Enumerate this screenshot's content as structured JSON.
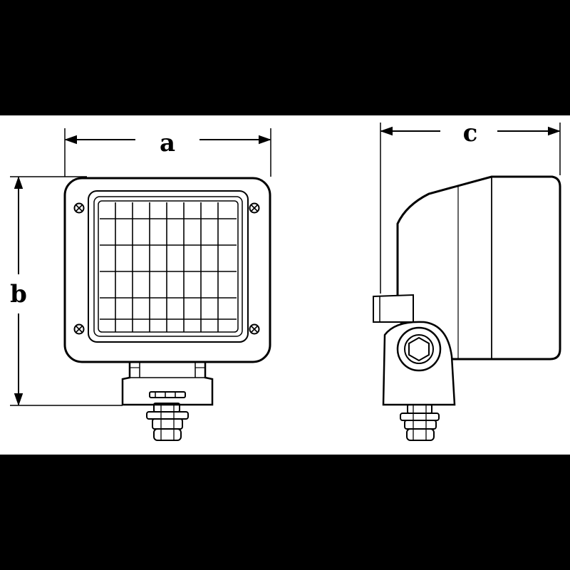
{
  "dimensions": {
    "width_label": "a",
    "height_label": "b",
    "depth_label": "c"
  },
  "colors": {
    "background": "#ffffff",
    "band": "#000000",
    "line": "#000000"
  }
}
